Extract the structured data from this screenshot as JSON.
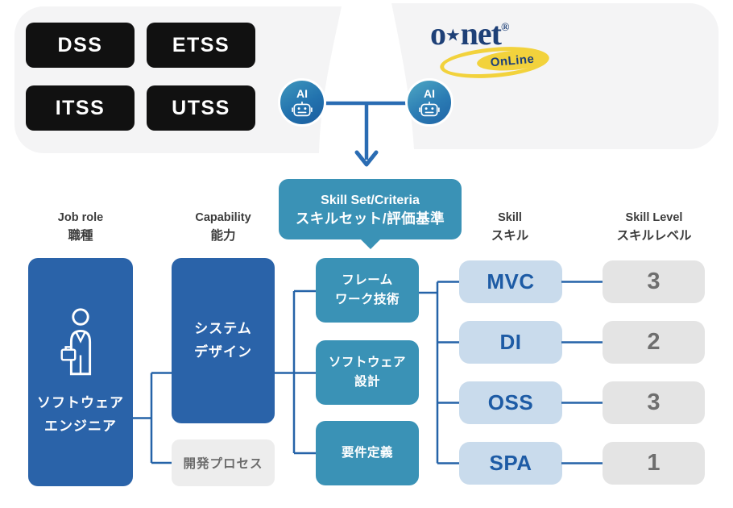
{
  "top_band": {
    "framework_labels": [
      "DSS",
      "ETSS",
      "ITSS",
      "UTSS"
    ],
    "ai_badge_label": "AI",
    "logo": {
      "word_o": "o",
      "star": "★",
      "word_net": "net",
      "registered": "®",
      "online": "OnLine"
    }
  },
  "bubble": {
    "title_en": "Skill Set/Criteria",
    "title_ja": "スキルセット/評価基準"
  },
  "headers": {
    "job_role": {
      "en": "Job role",
      "ja": "職種"
    },
    "capability": {
      "en": "Capability",
      "ja": "能力"
    },
    "skill": {
      "en": "Skill",
      "ja": "スキル"
    },
    "skill_level": {
      "en": "Skill Level",
      "ja": "スキルレベル"
    }
  },
  "nodes": {
    "job_role": {
      "line1": "ソフトウェア",
      "line2": "エンジニア"
    },
    "capability_main": {
      "line1": "システム",
      "line2": "デザイン"
    },
    "capability_sub": {
      "label": "開発プロセス"
    },
    "skillset": [
      {
        "line1": "フレーム",
        "line2": "ワーク技術"
      },
      {
        "line1": "ソフトウェア",
        "line2": "設計"
      },
      {
        "line1": "要件定義"
      }
    ],
    "skills": [
      "MVC",
      "DI",
      "OSS",
      "SPA"
    ],
    "levels": [
      "3",
      "2",
      "3",
      "1"
    ]
  },
  "colors": {
    "primary_blue": "#2a63a9",
    "teal": "#3a92b6",
    "skill_chip_bg": "#c9dbec",
    "skill_chip_text": "#1d5ba5",
    "level_chip_bg": "#e4e4e4",
    "level_chip_text": "#6e6e6e",
    "sub_chip_bg": "#ededed",
    "connector": "#2563a8",
    "framework_box": "#111111",
    "top_shape_gray": "#f4f4f5",
    "logo_navy": "#1e4077",
    "logo_yellow": "#f2d23c",
    "ai_gradient_start": "#45a5c5",
    "ai_gradient_end": "#1b5c9e"
  }
}
